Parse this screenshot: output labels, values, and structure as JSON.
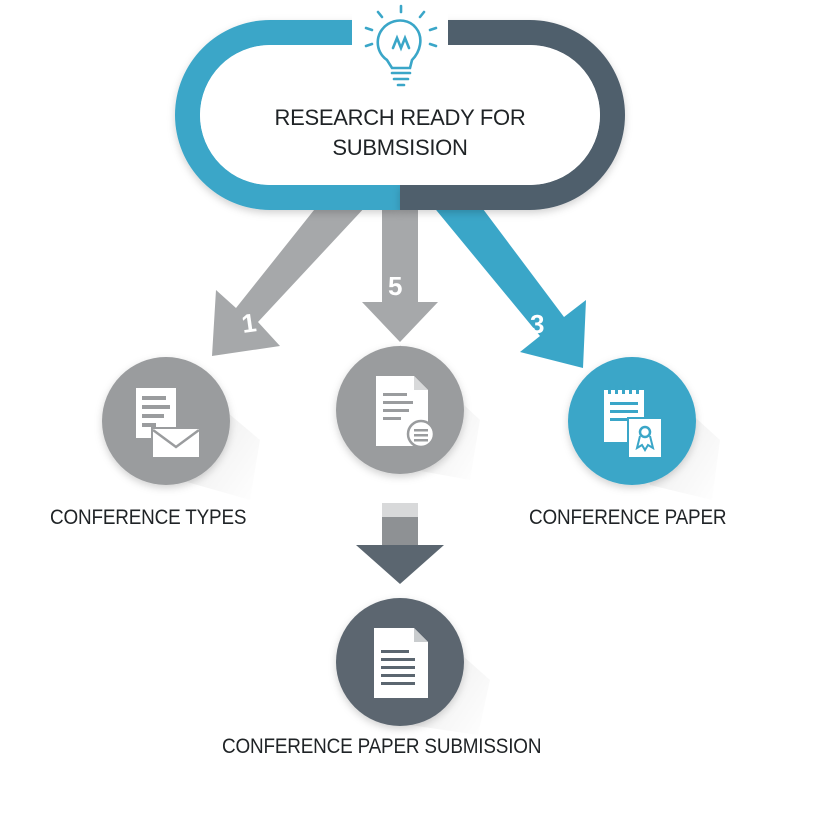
{
  "start": {
    "title_line1": "RESEARCH READY FOR",
    "title_line2": "SUBMSISION",
    "icon": "lightbulb-icon"
  },
  "branches": [
    {
      "number": "1",
      "label": "CONFERENCE TYPES",
      "icon": "document-mail-icon",
      "color": "#9a9c9e"
    },
    {
      "number": "5",
      "label": "",
      "icon": "document-badge-icon",
      "color": "#9a9c9e"
    },
    {
      "number": "3",
      "label": "CONFERENCE PAPER",
      "icon": "notepad-certificate-icon",
      "color": "#3aa6c8"
    }
  ],
  "final": {
    "label": "CONFERENCE PAPER SUBMISSION",
    "icon": "document-icon",
    "color": "#5b6670"
  },
  "colors": {
    "blue": "#3aa6c8",
    "slate": "#4f5e6c",
    "gray": "#a6a8aa",
    "dark": "#5b6670"
  }
}
